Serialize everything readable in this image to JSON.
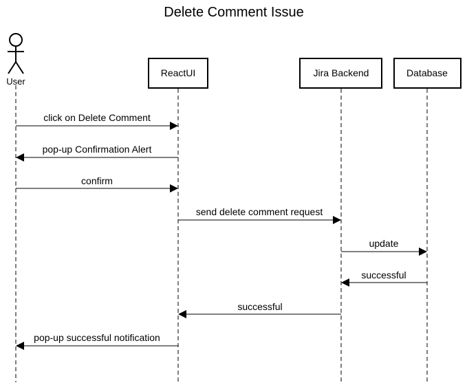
{
  "diagram": {
    "title": "Delete Comment Issue",
    "participants": [
      {
        "id": "user",
        "label": "User",
        "kind": "actor"
      },
      {
        "id": "reactui",
        "label": "ReactUI",
        "kind": "box"
      },
      {
        "id": "backend",
        "label": "Jira Backend",
        "kind": "box"
      },
      {
        "id": "database",
        "label": "Database",
        "kind": "box"
      }
    ],
    "messages": [
      {
        "from": "user",
        "to": "reactui",
        "label": "click on Delete Comment"
      },
      {
        "from": "reactui",
        "to": "user",
        "label": "pop-up Confirmation Alert"
      },
      {
        "from": "user",
        "to": "reactui",
        "label": "confirm"
      },
      {
        "from": "reactui",
        "to": "backend",
        "label": "send delete comment request"
      },
      {
        "from": "backend",
        "to": "database",
        "label": "update"
      },
      {
        "from": "database",
        "to": "backend",
        "label": "successful"
      },
      {
        "from": "backend",
        "to": "reactui",
        "label": "successful"
      },
      {
        "from": "reactui",
        "to": "user",
        "label": "pop-up successful notification"
      }
    ]
  }
}
